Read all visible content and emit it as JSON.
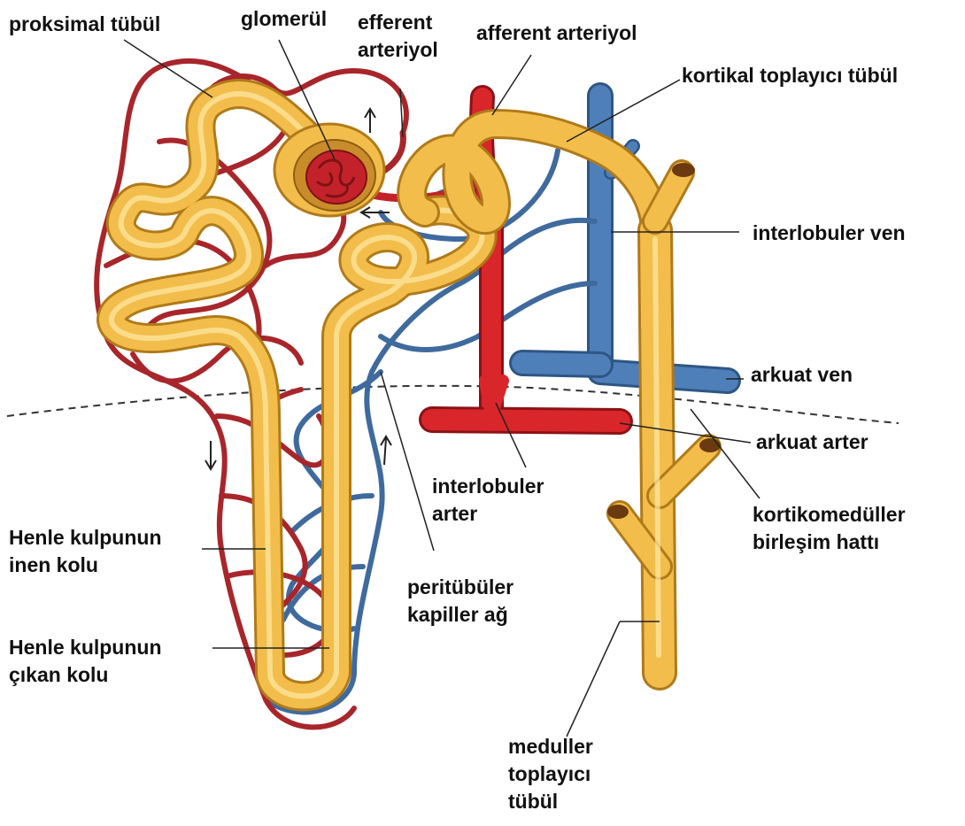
{
  "colors": {
    "tubule": "#f2bd4a",
    "tubule_edge": "#b07a1a",
    "tubule_highlight": "#fde9a6",
    "artery": "#d9262b",
    "capillary": "#a8262b",
    "vein": "#4f7fb8",
    "vein_edge": "#2e5684",
    "line": "#222222"
  },
  "labels": {
    "proksimal_tubul": "proksimal tübül",
    "glomerul": "glomerül",
    "efferent_1": "efferent",
    "efferent_2": "arteriyol",
    "afferent": "afferent arteriyol",
    "kortikal": "kortikal toplayıcı tübül",
    "interlobuler_ven": "interlobuler ven",
    "arkuat_ven": "arkuat ven",
    "arkuat_arter": "arkuat arter",
    "interlobuler_arter_1": "interlobuler",
    "interlobuler_arter_2": "arter",
    "kortikomeduller_1": "kortikomedüller",
    "kortikomeduller_2": "birleşim hattı",
    "henle_inen_1": "Henle kulpunun",
    "henle_inen_2": "inen kolu",
    "henle_cikan_1": "Henle kulpunun",
    "henle_cikan_2": "çıkan kolu",
    "peritubuler_1": "peritübüler",
    "peritubuler_2": "kapiller ağ",
    "meduller_1": "meduller",
    "meduller_2": "toplayıcı",
    "meduller_3": "tübül"
  }
}
